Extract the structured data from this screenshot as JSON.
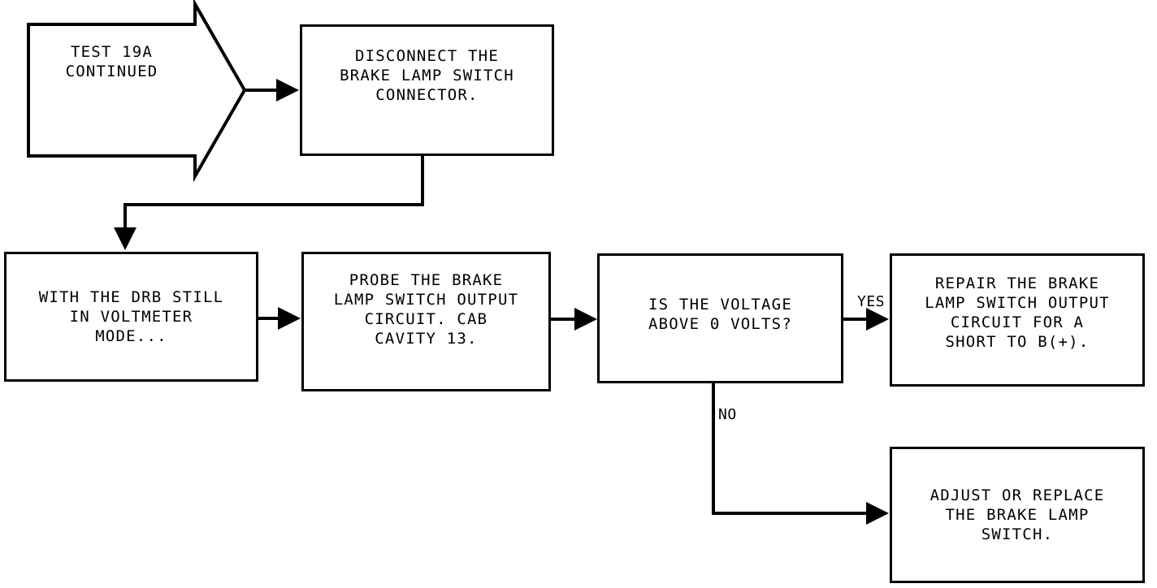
{
  "diagram": {
    "type": "flowchart",
    "title": "TEST 19A CONTINUED",
    "nodes": {
      "start_banner": {
        "shape": "pentagon-arrow",
        "label": "TEST 19A\nCONTINUED"
      },
      "disconnect": {
        "shape": "rectangle",
        "label": "DISCONNECT THE\nBRAKE LAMP SWITCH\nCONNECTOR."
      },
      "drb_mode": {
        "shape": "rectangle",
        "label": "WITH THE DRB STILL\nIN VOLTMETER\nMODE..."
      },
      "probe": {
        "shape": "rectangle",
        "label": "PROBE THE BRAKE\nLAMP SWITCH OUTPUT\nCIRCUIT. CAB\nCAVITY 13."
      },
      "decision_voltage": {
        "shape": "rectangle-decision",
        "label": "IS THE VOLTAGE\nABOVE 0 VOLTS?"
      },
      "repair_short": {
        "shape": "rectangle",
        "label": "REPAIR THE BRAKE\nLAMP SWITCH OUTPUT\nCIRCUIT FOR A\nSHORT TO B(+)."
      },
      "adjust_replace": {
        "shape": "rectangle",
        "label": "ADJUST OR REPLACE\nTHE BRAKE LAMP\nSWITCH."
      }
    },
    "edge_labels": {
      "yes": "YES",
      "no": "NO"
    },
    "colors": {
      "line": "#000000",
      "background": "#ffffff",
      "text": "#000000"
    }
  }
}
